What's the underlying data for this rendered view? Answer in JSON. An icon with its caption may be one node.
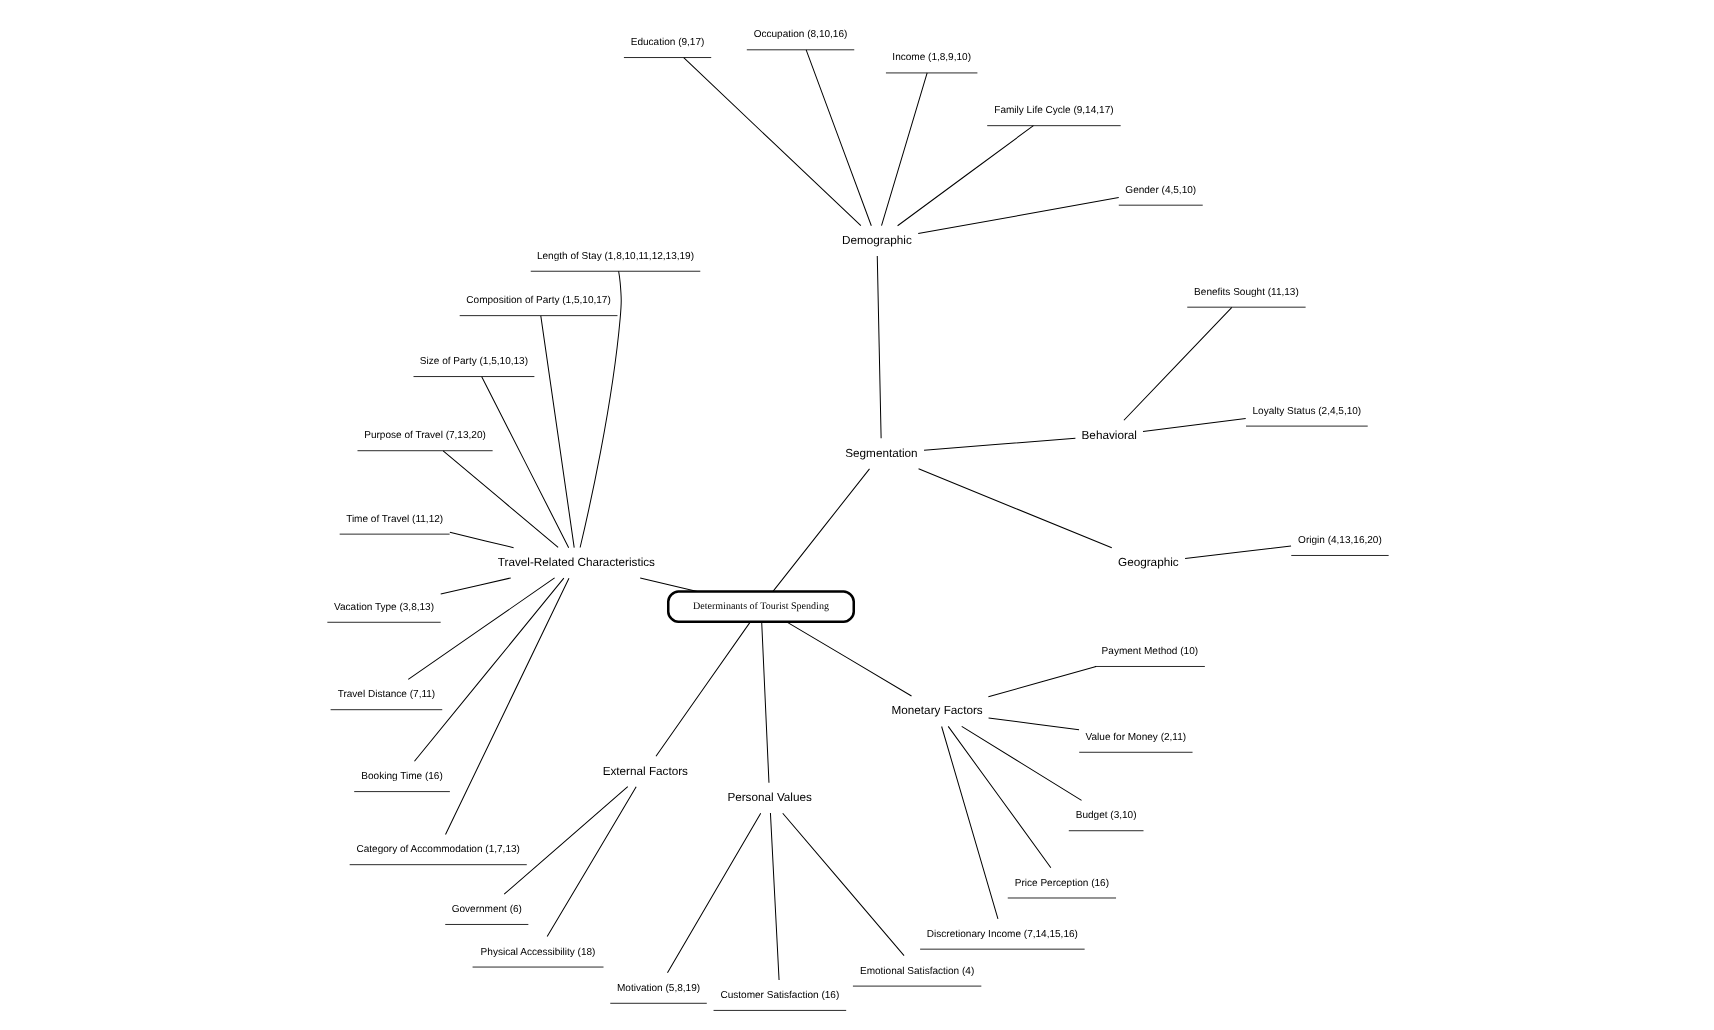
{
  "diagram": {
    "nodes": [
      {
        "text": [
          "Determinants of Tourist Spending"
        ]
      },
      {
        "text": [
          "Segmentation"
        ]
      },
      {
        "text": [
          "Geographic"
        ]
      },
      {
        "text": [
          "Origin (4,13,16,20)"
        ]
      },
      {
        "text": [
          "Behavioral"
        ]
      },
      {
        "text": [
          "Loyalty Status (2,4,5,10)"
        ]
      },
      {
        "text": [
          "Benefits Sought (11,13)"
        ]
      },
      {
        "text": [
          "Demographic"
        ]
      },
      {
        "text": [
          "Gender (4,5,10)"
        ]
      },
      {
        "text": [
          "Family Life Cycle (9,14,17)"
        ]
      },
      {
        "text": [
          "Income (1,8,9,10)"
        ]
      },
      {
        "text": [
          "Occupation (8,10,16)"
        ]
      },
      {
        "text": [
          "Education (9,17)"
        ]
      },
      {
        "text": [
          "Travel-Related Characteristics"
        ]
      },
      {
        "text": [
          "Length of Stay (1,8,10,11,12,13,19)"
        ]
      },
      {
        "text": [
          "Composition of Party (1,5,10,17)"
        ]
      },
      {
        "text": [
          "Size of Party (1,5,10,13)"
        ]
      },
      {
        "text": [
          "Purpose of Travel (7,13,20)"
        ]
      },
      {
        "text": [
          "Time of Travel (11,12)"
        ]
      },
      {
        "text": [
          "Vacation Type (3,8,13)"
        ]
      },
      {
        "text": [
          "Travel Distance (7,11)"
        ]
      },
      {
        "text": [
          "Booking Time (16)"
        ]
      },
      {
        "text": [
          "Category of Accommodation (1,7,13)"
        ]
      },
      {
        "text": [
          "External Factors"
        ]
      },
      {
        "text": [
          "Government (6)"
        ]
      },
      {
        "text": [
          "Physical Accessibility (18)"
        ]
      },
      {
        "text": [
          "Personal Values"
        ]
      },
      {
        "text": [
          "Motivation (5,8,19)"
        ]
      },
      {
        "text": [
          "Customer Satisfaction (16)"
        ]
      },
      {
        "text": [
          "Emotional Satisfaction (4)"
        ]
      },
      {
        "text": [
          "Monetary Factors"
        ]
      },
      {
        "text": [
          "Discretionary Income (7,14,15,16)"
        ]
      },
      {
        "text": [
          "Price Perception (16)"
        ]
      },
      {
        "text": [
          "Budget (3,10)"
        ]
      },
      {
        "text": [
          "Value for Money (2,11)"
        ]
      },
      {
        "text": [
          "Payment Method (10)"
        ]
      }
    ],
    "edges": [
      {
        "from": 0,
        "to": 1,
        "arrow": "none"
      },
      {
        "from": 1,
        "to": 2,
        "arrow": "none"
      },
      {
        "from": 2,
        "to": 3,
        "arrow": "none"
      },
      {
        "from": 1,
        "to": 4,
        "arrow": "none"
      },
      {
        "from": 4,
        "to": 5,
        "arrow": "none"
      },
      {
        "from": 4,
        "to": 6,
        "arrow": "none"
      },
      {
        "from": 1,
        "to": 7,
        "arrow": "none"
      },
      {
        "from": 7,
        "to": 8,
        "arrow": "none"
      },
      {
        "from": 7,
        "to": 9,
        "arrow": "none"
      },
      {
        "from": 7,
        "to": 10,
        "arrow": "none"
      },
      {
        "from": 7,
        "to": 11,
        "arrow": "none"
      },
      {
        "from": 7,
        "to": 12,
        "arrow": "none"
      },
      {
        "from": 0,
        "to": 13,
        "arrow": "none"
      },
      {
        "from": 13,
        "to": 14,
        "arrow": "none"
      },
      {
        "from": 13,
        "to": 15,
        "arrow": "none"
      },
      {
        "from": 13,
        "to": 16,
        "arrow": "none"
      },
      {
        "from": 13,
        "to": 17,
        "arrow": "none"
      },
      {
        "from": 13,
        "to": 18,
        "arrow": "none"
      },
      {
        "from": 13,
        "to": 19,
        "arrow": "none"
      },
      {
        "from": 13,
        "to": 20,
        "arrow": "none"
      },
      {
        "from": 13,
        "to": 21,
        "arrow": "none"
      },
      {
        "from": 13,
        "to": 22,
        "arrow": "none"
      },
      {
        "from": 0,
        "to": 23,
        "arrow": "none"
      },
      {
        "from": 23,
        "to": 24,
        "arrow": "none"
      },
      {
        "from": 23,
        "to": 25,
        "arrow": "none"
      },
      {
        "from": 0,
        "to": 26,
        "arrow": "none"
      },
      {
        "from": 26,
        "to": 27,
        "arrow": "none"
      },
      {
        "from": 26,
        "to": 28,
        "arrow": "none"
      },
      {
        "from": 26,
        "to": 29,
        "arrow": "none"
      },
      {
        "from": 0,
        "to": 30,
        "arrow": "none"
      },
      {
        "from": 30,
        "to": 31,
        "arrow": "none"
      },
      {
        "from": 30,
        "to": 32,
        "arrow": "none"
      },
      {
        "from": 30,
        "to": 33,
        "arrow": "none"
      },
      {
        "from": 30,
        "to": 34,
        "arrow": "none"
      },
      {
        "from": 30,
        "to": 35,
        "arrow": "none"
      }
    ]
  }
}
